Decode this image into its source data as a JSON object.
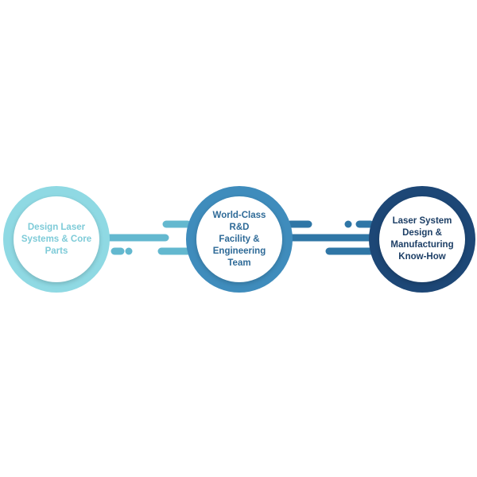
{
  "nodes": [
    {
      "label": "Design Laser\nSystems & Core\nParts",
      "ring_color": "#8fd9e3",
      "text_color": "#7ecbd8"
    },
    {
      "label": "World-Class R&D\nFacility &\nEngineering Team",
      "ring_color": "#3f8cbc",
      "text_color": "#2e6a97"
    },
    {
      "label": "Laser System\nDesign &\nManufacturing\nKnow-How",
      "ring_color": "#1d4776",
      "text_color": "#1d3f66"
    }
  ],
  "connector_colors": [
    "#63b8cf",
    "#2f76a6"
  ]
}
